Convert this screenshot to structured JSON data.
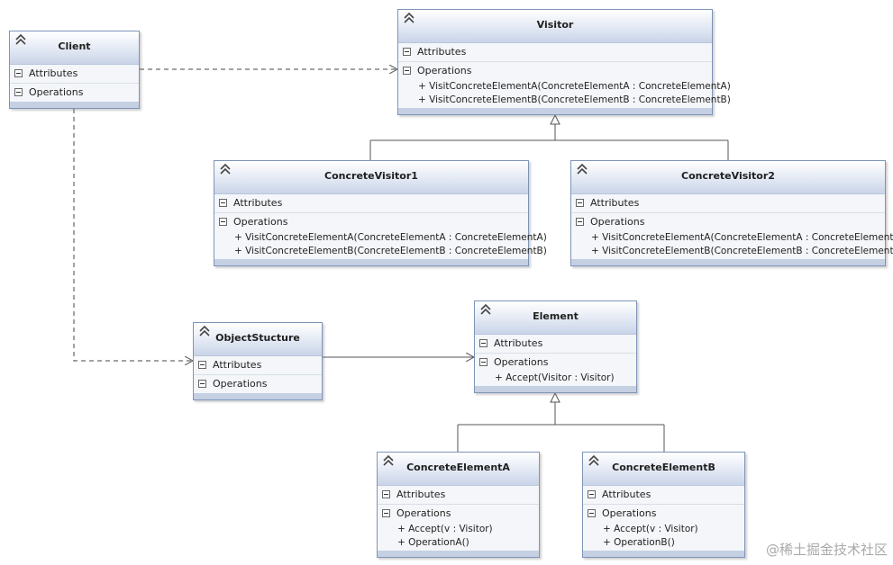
{
  "classes": {
    "client": {
      "name": "Client",
      "attributes": "Attributes",
      "operations": "Operations"
    },
    "visitor": {
      "name": "Visitor",
      "attributes": "Attributes",
      "operations": "Operations",
      "ops": [
        "+ VisitConcreteElementA(ConcreteElementA : ConcreteElementA)",
        "+ VisitConcreteElementB(ConcreteElementB : ConcreteElementB)"
      ]
    },
    "cv1": {
      "name": "ConcreteVisitor1",
      "attributes": "Attributes",
      "operations": "Operations",
      "ops": [
        "+ VisitConcreteElementA(ConcreteElementA : ConcreteElementA)",
        "+ VisitConcreteElementB(ConcreteElementB : ConcreteElementB)"
      ]
    },
    "cv2": {
      "name": "ConcreteVisitor2",
      "attributes": "Attributes",
      "operations": "Operations",
      "ops": [
        "+ VisitConcreteElementA(ConcreteElementA : ConcreteElementA)",
        "+ VisitConcreteElementB(ConcreteElementB : ConcreteElementB)"
      ]
    },
    "os": {
      "name": "ObjectStucture",
      "attributes": "Attributes",
      "operations": "Operations"
    },
    "element": {
      "name": "Element",
      "attributes": "Attributes",
      "operations": "Operations",
      "ops": [
        "+ Accept(Visitor : Visitor)"
      ]
    },
    "cea": {
      "name": "ConcreteElementA",
      "attributes": "Attributes",
      "operations": "Operations",
      "ops": [
        "+ Accept(v : Visitor)",
        "+ OperationA()"
      ]
    },
    "ceb": {
      "name": "ConcreteElementB",
      "attributes": "Attributes",
      "operations": "Operations",
      "ops": [
        "+ Accept(v : Visitor)",
        "+ OperationB()"
      ]
    }
  },
  "watermark": "@稀土掘金技术社区"
}
